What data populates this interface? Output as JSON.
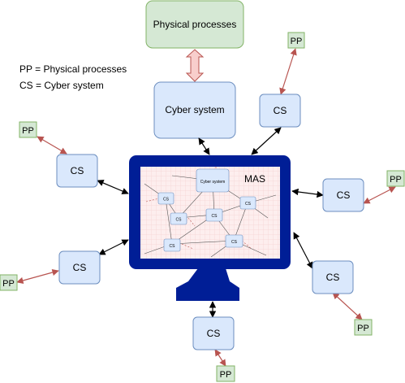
{
  "physical_processes": "Physical processes",
  "cyber_system": "Cyber system",
  "legend": {
    "pp": "PP = Physical processes",
    "cs": "CS = Cyber system"
  },
  "monitor": {
    "mas_label": "MAS",
    "inner_cyber_system": "Cyber system",
    "inner_cs": "CS"
  },
  "cs_label": "CS",
  "pp_label": "PP",
  "colors": {
    "blue_box_fill": "#dae8fc",
    "blue_box_stroke": "#6c8ebf",
    "green_box_fill": "#d5e8d4",
    "green_box_stroke": "#82b366",
    "pink_arrow_fill": "#f8cecc",
    "pink_arrow_stroke": "#b85450",
    "monitor_color": "#001e96",
    "pp_link_color": "#b85450"
  }
}
